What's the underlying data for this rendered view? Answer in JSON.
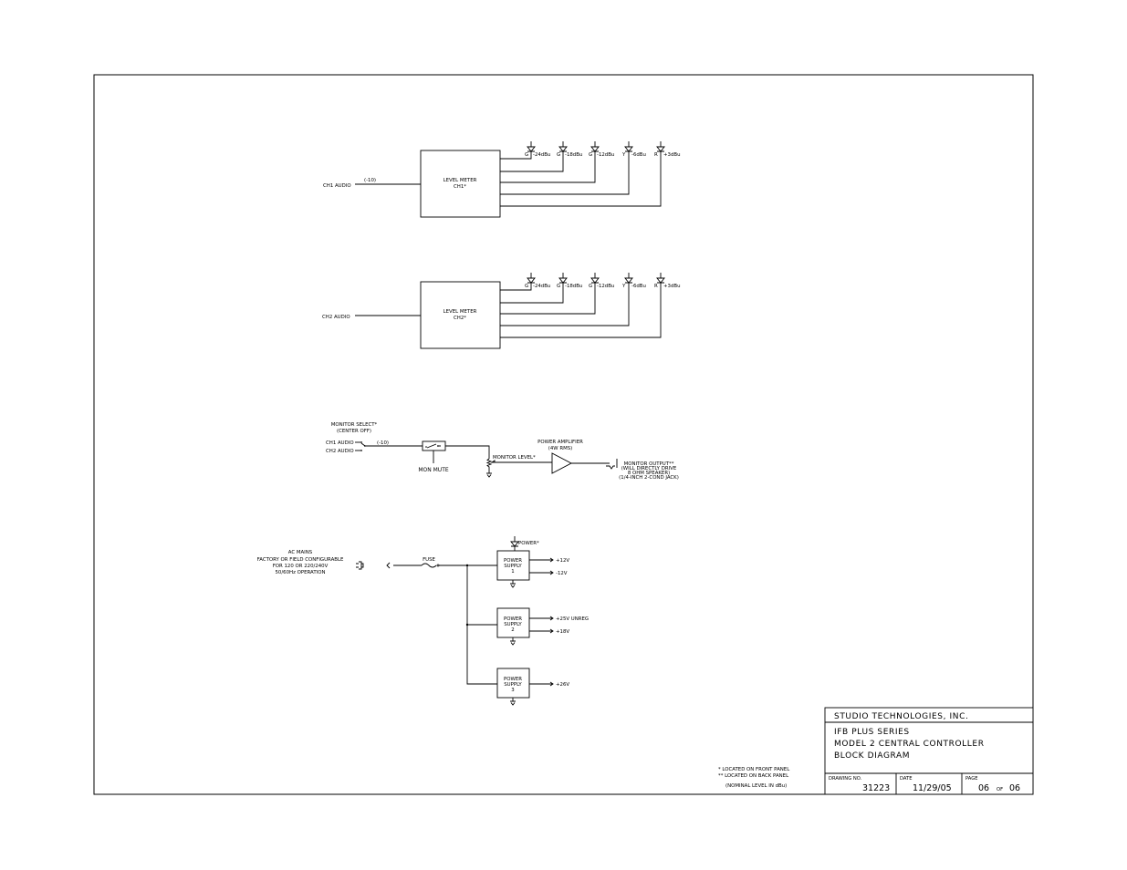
{
  "meter_ch1": {
    "input_label": "CH1 AUDIO",
    "input_level": "(-10)",
    "box_line1": "LEVEL METER",
    "box_line2": "CH1*",
    "leds": [
      {
        "color": "G",
        "level": "-24dBu"
      },
      {
        "color": "G",
        "level": "-18dBu"
      },
      {
        "color": "G",
        "level": "-12dBu"
      },
      {
        "color": "Y",
        "level": "-6dBu"
      },
      {
        "color": "R",
        "level": "+3dBu"
      }
    ]
  },
  "meter_ch2": {
    "input_label": "CH2 AUDIO",
    "box_line1": "LEVEL METER",
    "box_line2": "CH2*",
    "leds": [
      {
        "color": "G",
        "level": "-24dBu"
      },
      {
        "color": "G",
        "level": "-18dBu"
      },
      {
        "color": "G",
        "level": "-12dBu"
      },
      {
        "color": "Y",
        "level": "-6dBu"
      },
      {
        "color": "R",
        "level": "+3dBu"
      }
    ]
  },
  "monitor": {
    "select_line1": "MONITOR SELECT*",
    "select_line2": "(CENTER OFF)",
    "ch1": "CH1 AUDIO",
    "ch2": "CH2 AUDIO",
    "level": "(-10)",
    "mute": "MON MUTE",
    "level_pot": "MONITOR LEVEL*",
    "amp_line1": "POWER AMPLIFIER",
    "amp_line2": "(4W RMS)",
    "out_line1": "MONITOR OUTPUT**",
    "out_line2": "(WILL DIRECTLY DRIVE",
    "out_line3": "8 OHM SPEAKER)",
    "out_line4": "(1/4-INCH 2-COND JACK)"
  },
  "power": {
    "mains_line1": "AC MAINS",
    "mains_line2": "FACTORY OR FIELD CONFIGURABLE",
    "mains_line3": "FOR 120 OR 220/240V",
    "mains_line4": "50/60Hz OPERATION",
    "fuse": "FUSE",
    "led": "POWER*",
    "supplies": [
      {
        "line1": "POWER",
        "line2": "SUPPLY",
        "num": "1",
        "outputs": [
          "+12V",
          "-12V"
        ]
      },
      {
        "line1": "POWER",
        "line2": "SUPPLY",
        "num": "2",
        "outputs": [
          "+25V UNREG",
          "+18V"
        ]
      },
      {
        "line1": "POWER",
        "line2": "SUPPLY",
        "num": "3",
        "outputs": [
          "+26V"
        ]
      }
    ]
  },
  "notes": {
    "line1": "* LOCATED ON FRONT PANEL",
    "line2": "** LOCATED ON BACK PANEL",
    "line3": "(NOMINAL LEVEL IN dBu)"
  },
  "title_block": {
    "company": "STUDIO TECHNOLOGIES, INC.",
    "line1": "IFB PLUS SERIES",
    "line2": "MODEL 2 CENTRAL CONTROLLER",
    "line3": "BLOCK DIAGRAM",
    "drawing_label": "DRAWING NO.",
    "drawing_no": "31223",
    "date_label": "DATE",
    "date": "11/29/05",
    "page_label": "PAGE",
    "page": "06",
    "of": "OF",
    "total": "06"
  }
}
